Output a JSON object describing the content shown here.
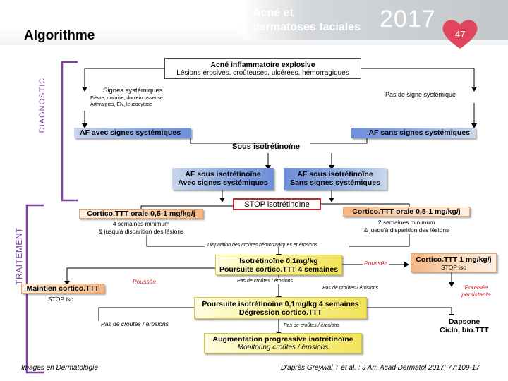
{
  "header": {
    "title": "Algorithme",
    "topic_line1": "Acné et",
    "topic_line2": "dermatoses faciales",
    "year": "2017",
    "page_number": "47",
    "colors": {
      "banner": "#c8cccf",
      "heart": "#e0455d",
      "accent_red": "#c0262d",
      "blue_box": "#8aa7df",
      "orange_box": "#f8d3b0",
      "yellow_box": "#f8ef8a"
    }
  },
  "sidebar": {
    "diagnostic": "DIAGNOSTIC",
    "traitement": "TRAITEMENT"
  },
  "diagram": {
    "root_line1": "Acné inflammatoire explosive",
    "root_line2": "Lésions érosives, croûteuses, ulcérées, hémorragiques",
    "signes_title": "Signes systémiques",
    "signes_detail1": "Fièvre, malaise, douleur osseuse",
    "signes_detail2": "Arthralgies, EN, leucocytose",
    "no_signes": "Pas de signe systémique",
    "af_avec": "AF avec signes systémiques",
    "af_sans": "AF sans signes systémiques",
    "sous_iso": "Sous isotrétinoïne",
    "af_sous_avec_1": "AF sous isotrétinoïne",
    "af_sous_avec_2": "Avec signes systémiques",
    "af_sous_sans_1": "AF sous isotrétinoïne",
    "af_sous_sans_2": "Sans signes systémiques",
    "stop_iso": "STOP isotrétinoïne",
    "cortico_left": "Cortico.TTT orale 0,5-1 mg/kg/j",
    "cortico_left_d1": "4 semaines minimum",
    "cortico_left_d2": "& jusqu'à disparition des lésions",
    "cortico_right": "Cortico.TTT orale 0,5-1 mg/kg/j",
    "cortico_right_d1": "2 semaines minimum",
    "cortico_right_d2": "& jusqu'à disparition des lésions",
    "disparition": "Disparition des croûtes hémorragiques et érosions",
    "iso_01_1": "Isotrétinoïne 0,1mg/kg",
    "iso_01_2": "Poursuite cortico.TTT 4 semaines",
    "poussee_1": "Poussée",
    "cortico_1mg": "Cortico.TTT 1 mg/kg/j",
    "stop_iso_short_1": "STOP iso",
    "poussee_left": "Poussée",
    "pas_croutes_1": "Pas de croûtes / érosions",
    "pas_croutes_2": "Pas de croûtes / érosions",
    "poussee_persistante_1": "Poussée",
    "poussee_persistante_2": "persistante",
    "maintien_1": "Maintien cortico.TTT",
    "maintien_2": "STOP iso",
    "poursuite_1": "Poursuite isotrétinoïne 0,1mg/kg 4 semaines",
    "poursuite_2": "Dégression cortico.TTT",
    "pas_croutes_3": "Pas de croûtes / érosions",
    "pas_croutes_4": "Pas de croûtes / érosions",
    "dapsone_1": "Dapsone",
    "dapsone_2": "Ciclo, bio.TTT",
    "augmentation_1": "Augmentation progressive isotrétinoïne",
    "augmentation_2": "Monitoring croûtes / érosions"
  },
  "footer": {
    "left": "Images en Dermatologie",
    "right": "D'après Greywal T et al. : J Am Acad Dermatol 2017; 77:109-17"
  }
}
